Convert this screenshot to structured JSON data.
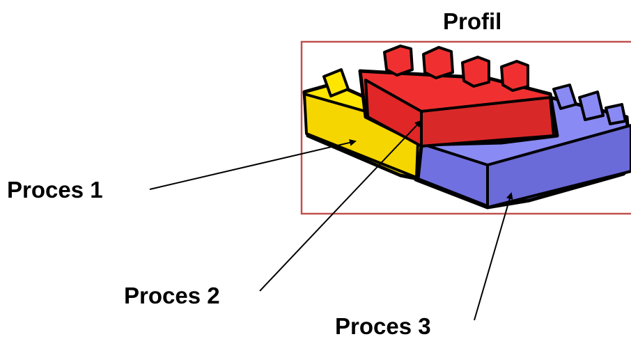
{
  "title": "Profil",
  "labels": {
    "process_1": "Proces 1",
    "process_2": "Proces 2",
    "process_3": "Proces 3"
  },
  "colors": {
    "frame": "#c0504d",
    "yellow_block": "#ffe600",
    "red_block": "#f02828",
    "blue_block": "#7e7ef0",
    "arrows": "#000000"
  },
  "icons": [
    "lego-bricks-clipart"
  ]
}
